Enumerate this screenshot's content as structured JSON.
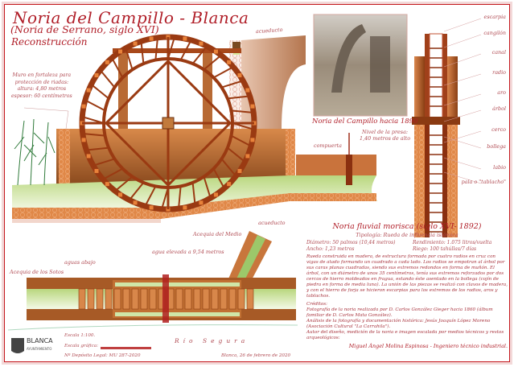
{
  "header": {
    "title": "Noria del Campillo - Blanca",
    "subtitle": "(Noria de Serrano, siglo XVI)",
    "section": "Reconstrucción"
  },
  "elevation": {
    "wall_note": [
      "Muro en fortaleza para",
      "protección de riadas:",
      "altura: 4,80 metros",
      "espesor: 60 centímetros"
    ],
    "aqueduct_label": "acueducto",
    "gate_label": "compuerta",
    "dam_level": [
      "Nivel de la presa:",
      "1,40 metros de alto"
    ]
  },
  "photo": {
    "caption": "Noria del Campillo hacia 1890"
  },
  "section_labels": [
    "escarpia",
    "cangilón",
    "canal",
    "radio",
    "aro",
    "árbol",
    "cerco",
    "bollega",
    "labio",
    "pala o \"tablacho\""
  ],
  "plan": {
    "aqueduct_label": "acueducto",
    "acequia_medio": "Acequia del Medio",
    "water_raised": "agua elevada a 9,54 metros",
    "downstream": "aguas abajo",
    "acequia_sotos": "Acequia de los Sotos",
    "river": "Río Segura"
  },
  "footer": {
    "scale": "Escala 1:100.",
    "graphic_scale": "Escala gráfica:",
    "legal": "Nº Depósito Legal: MU 287-2020",
    "place_date": "Blanca, 26 de febrero de 2020",
    "logo_name": "BLANCA",
    "logo_sub": "AYUNTAMIENTO"
  },
  "info": {
    "title": "Noria fluvial morisca (siglo XVI- 1892)",
    "typology": "Tipología: Rueda de influencia islámica",
    "diameter": "Diámetro: 50 palmos (10,44 metros)",
    "width": "Ancho: 1,23 metros",
    "yield": "Rendimiento: 1.075 litros/vuelta",
    "irrigation": "Riego: 100 tahúllas/7 días",
    "description": "Rueda construida en madera, de estructura formada por cuatro radios en cruz con vigas de atado formando un cuadrado a cada lado. Los radios se empotran al árbol por sus caras planas cuadradas, siendo sus extremos redondos en forma de muñón. El árbol, con un diámetro de unos 35 centímetros, tenía sus extremos reforzados por dos cercos de hierro moldeados en fragua, estando éste asentado en la bollega (cojín de piedra en forma de media luna). La unión de las piezas se realizó con clavos de madera, y con el hierro de forja se hicieron escarpias para los extremos de los radios, aros y tablachos.",
    "credits_title": "Créditos:",
    "credits_photo": "Fotografía de la noria realizada por D. Carlos González Gieger hacia 1860 (álbum familiar de D. Carlos Mata González).",
    "credits_analysis": "Análisis de la fotografía y documentación histórica: Jesús Joaquín López Moreno (Asociación Cultural \"La Carrahila\").",
    "credits_author": "Autor del diseño, medición de la noria e imagen escalada por medios técnicos y restos arqueológicos:",
    "signature": "Miguel Ángel Molina Espinosa - Ingeniero técnico industrial."
  },
  "colors": {
    "accent": "#b01e28",
    "wood": "#9a3a12",
    "water": "#cfe6a8"
  }
}
